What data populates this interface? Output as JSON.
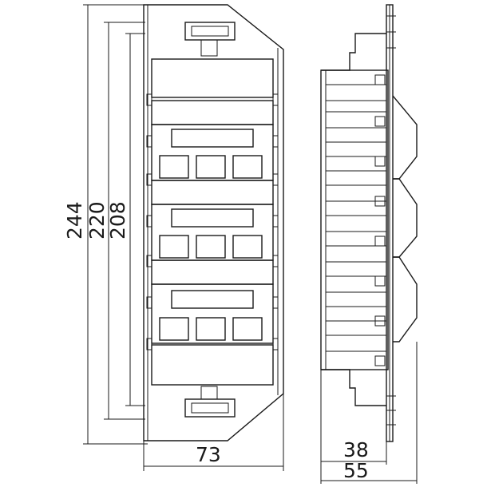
{
  "dimensions": {
    "height_outer": "244",
    "height_middle": "220",
    "height_inner": "208",
    "width_front": "73",
    "depth_body": "38",
    "depth_total": "55"
  },
  "front_view": {
    "modules": 3,
    "ports_per_module": 3
  },
  "colors": {
    "line": "#1a1a1a",
    "background": "#ffffff"
  }
}
